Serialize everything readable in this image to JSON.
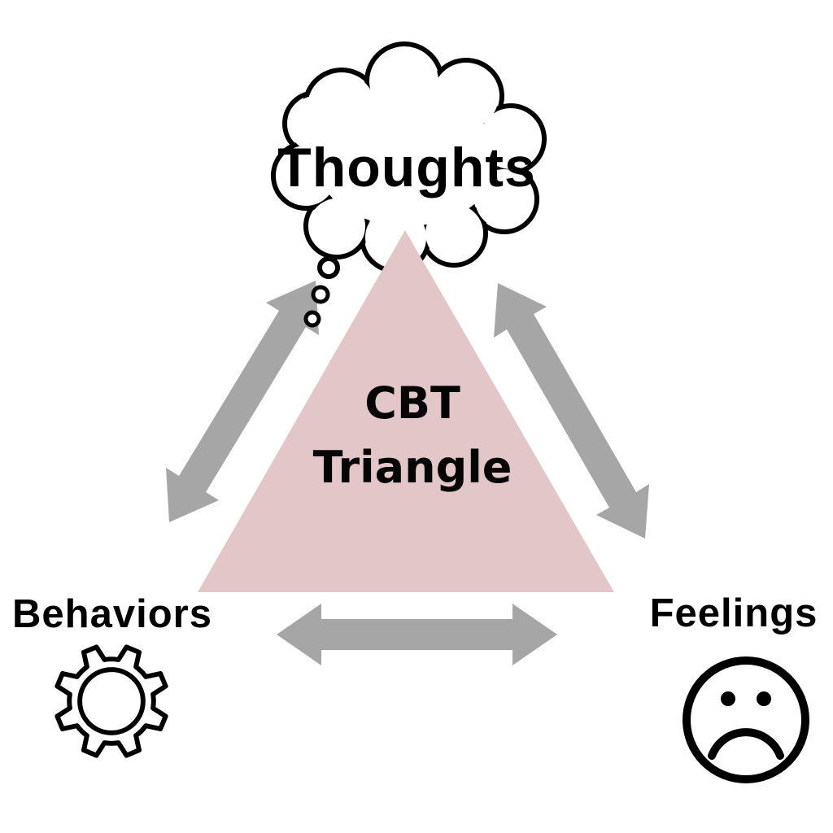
{
  "title": "CBT Triangle",
  "diagram": {
    "center": {
      "line1": "CBT",
      "line2": "Triangle"
    },
    "nodes": {
      "thoughts": {
        "label": "Thoughts",
        "icon": "thought-cloud-icon",
        "position": "top"
      },
      "behaviors": {
        "label": "Behaviors",
        "icon": "gear-icon",
        "position": "bottom-left"
      },
      "feelings": {
        "label": "Feelings",
        "icon": "sad-face-icon",
        "position": "bottom-right"
      }
    },
    "connections": [
      {
        "from": "thoughts",
        "to": "behaviors",
        "style": "double-headed-arrow"
      },
      {
        "from": "thoughts",
        "to": "feelings",
        "style": "double-headed-arrow"
      },
      {
        "from": "behaviors",
        "to": "feelings",
        "style": "double-headed-arrow"
      }
    ],
    "colors": {
      "triangle": "#e3c7c8",
      "arrow": "#a6a6a6",
      "outline": "#000000",
      "text": "#000000",
      "background": "#ffffff"
    }
  }
}
